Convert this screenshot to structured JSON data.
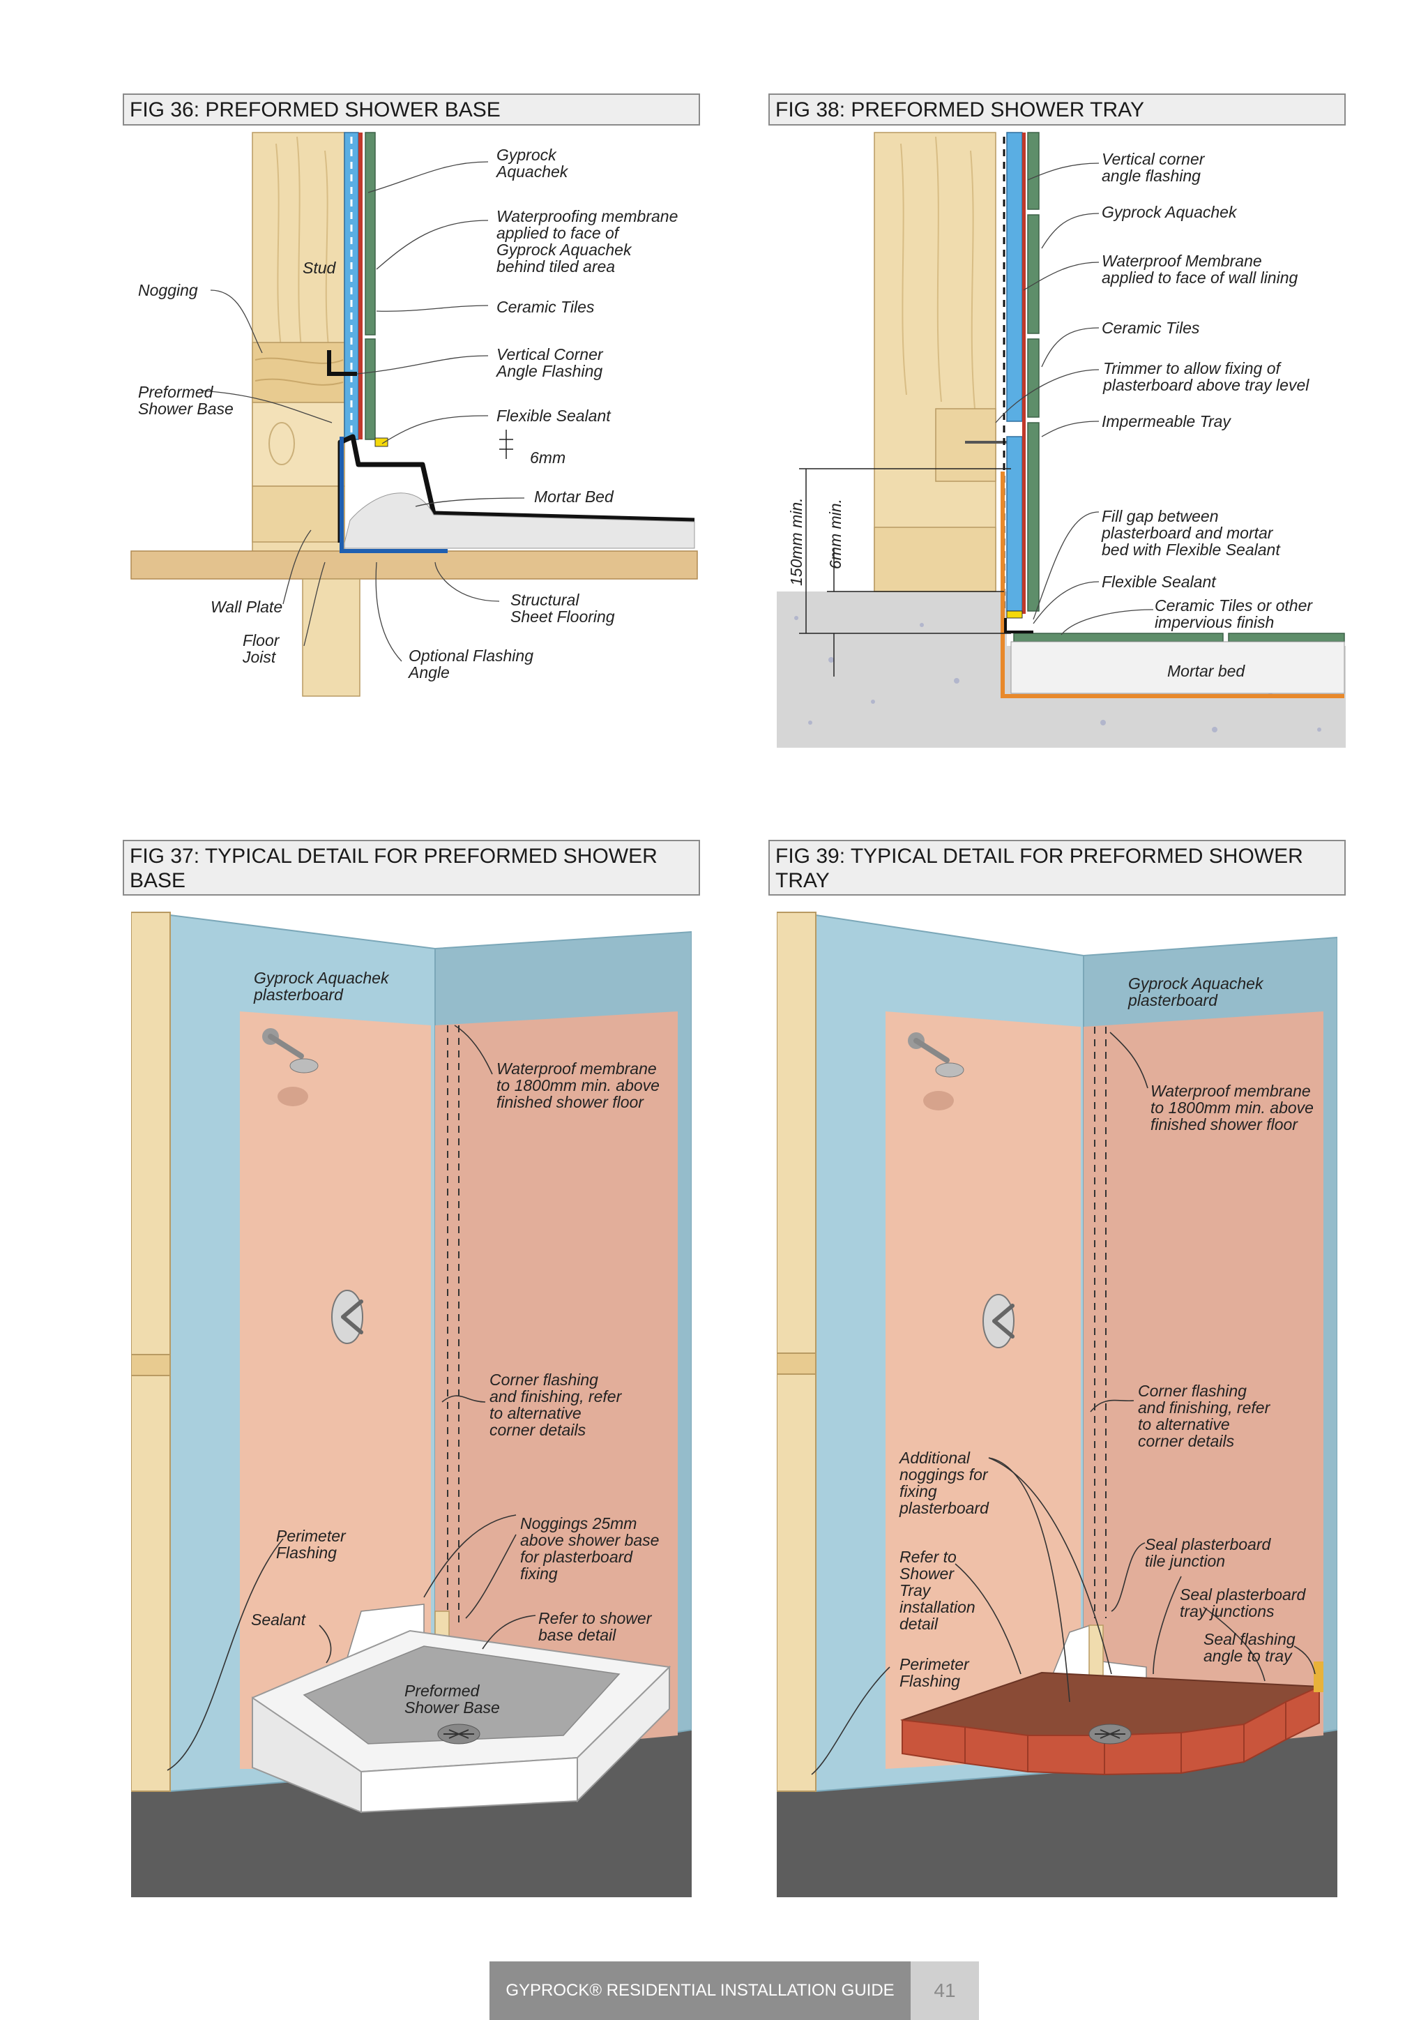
{
  "fig36": {
    "title": "FIG 36: PREFORMED SHOWER BASE",
    "labels": {
      "gyprock_aquachek": [
        "Gyprock",
        "Aquachek"
      ],
      "membrane": [
        "Waterproofing membrane",
        "applied to face of",
        "Gyprock Aquachek",
        "behind tiled area"
      ],
      "stud": "Stud",
      "nogging": "Nogging",
      "ceramic_tiles": "Ceramic Tiles",
      "vertical_corner": [
        "Vertical Corner",
        "Angle Flashing"
      ],
      "preformed_base": [
        "Preformed",
        "Shower Base"
      ],
      "flexible_sealant": "Flexible Sealant",
      "gap": "6mm",
      "mortar_bed": "Mortar Bed",
      "wall_plate": "Wall Plate",
      "structural_flooring": [
        "Structural",
        "Sheet Flooring"
      ],
      "floor_joist": [
        "Floor",
        "Joist"
      ],
      "optional_flashing": [
        "Optional Flashing",
        "Angle"
      ]
    }
  },
  "fig38": {
    "title": "FIG 38: PREFORMED SHOWER TRAY",
    "labels": {
      "vertical_corner": [
        "Vertical corner",
        "angle flashing"
      ],
      "gyprock_aquachek": "Gyprock Aquachek",
      "membrane": [
        "Waterproof Membrane",
        "applied to face of wall lining"
      ],
      "ceramic_tiles": "Ceramic Tiles",
      "trimmer": [
        "Trimmer to allow fixing of",
        "plasterboard above tray level"
      ],
      "impermeable_tray": "Impermeable Tray",
      "dim_150": "150mm min.",
      "dim_6": "6mm min.",
      "fill_gap": [
        "Fill gap between",
        "plasterboard and mortar",
        "bed with Flexible Sealant"
      ],
      "flexible_sealant": "Flexible Sealant",
      "ceramic_finish": [
        "Ceramic Tiles or other",
        "impervious finish"
      ],
      "mortar_bed": "Mortar bed"
    }
  },
  "fig37": {
    "title_lines": [
      "FIG 37: TYPICAL DETAIL FOR PREFORMED SHOWER",
      "BASE"
    ],
    "labels": {
      "aquachek": [
        "Gyprock Aquachek",
        "plasterboard"
      ],
      "membrane": [
        "Waterproof membrane",
        "to 1800mm min. above",
        "finished shower floor"
      ],
      "corner": [
        "Corner flashing",
        "and finishing, refer",
        "to alternative",
        "corner details"
      ],
      "perimeter": [
        "Perimeter",
        "Flashing"
      ],
      "noggings": [
        "Noggings 25mm",
        "above shower base",
        "for plasterboard",
        "fixing"
      ],
      "sealant": "Sealant",
      "refer_base": [
        "Refer to shower",
        "base detail"
      ],
      "preformed_base": [
        "Preformed",
        "Shower Base"
      ]
    }
  },
  "fig39": {
    "title_lines": [
      "FIG 39: TYPICAL DETAIL FOR PREFORMED SHOWER",
      "TRAY"
    ],
    "labels": {
      "aquachek": [
        "Gyprock Aquachek",
        "plasterboard"
      ],
      "membrane": [
        "Waterproof membrane",
        "to 1800mm min. above",
        "finished shower floor"
      ],
      "corner": [
        "Corner flashing",
        "and finishing, refer",
        "to alternative",
        "corner details"
      ],
      "additional_noggings": [
        "Additional",
        "noggings for",
        "fixing",
        "plasterboard"
      ],
      "seal_tile": [
        "Seal plasterboard",
        "tile junction"
      ],
      "refer_tray": [
        "Refer to",
        "Shower",
        "Tray",
        "installation",
        "detail"
      ],
      "seal_tray": [
        "Seal plasterboard",
        "tray junctions"
      ],
      "seal_flashing": [
        "Seal flashing",
        "angle to tray"
      ],
      "perimeter": [
        "Perimeter",
        "Flashing"
      ]
    }
  },
  "footer": {
    "guide": "GYPROCK® RESIDENTIAL INSTALLATION GUIDE",
    "page": "41"
  },
  "colors": {
    "timber": "#f0dcae",
    "aquachek_blue": "#5aaee3",
    "membrane_red": "#c0392b",
    "tile_green": "#5e8e6a",
    "sealant_yellow": "#f5d90a",
    "tray_orange": "#e8892b",
    "wall_blue": "#a9cfdd",
    "membrane_pink": "#efc0a8",
    "floor_grey": "#5d5d5d"
  }
}
